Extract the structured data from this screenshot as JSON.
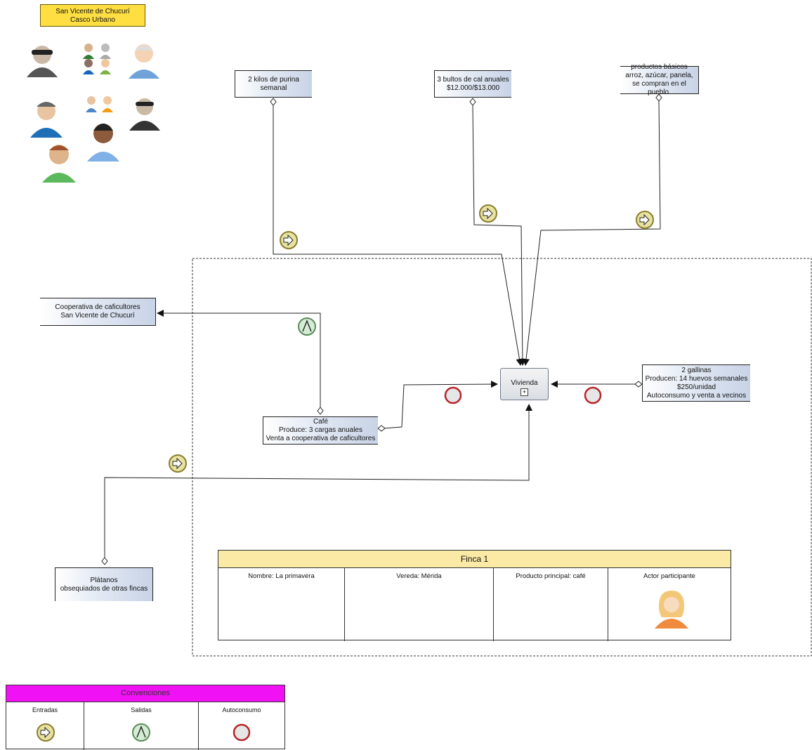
{
  "location_note": {
    "line1": "San Vicente de Chucurí",
    "line2": "Casco Urbano"
  },
  "inputs_top": {
    "purina": {
      "line1": "2 kilos de purina",
      "line2": "semanal"
    },
    "cal": {
      "line1": "3 bultos de cal anuales",
      "line2": "$12.000/$13.000"
    },
    "basicos": {
      "line1": "productos básicos",
      "line2": "arroz, azúcar, panela,",
      "line3": "se compran en el pueblo."
    }
  },
  "cooperativa": {
    "line1": "Cooperativa de caficultores",
    "line2": "San Vicente de Chucurí"
  },
  "vivienda": {
    "label": "Vivienda",
    "marker": "+"
  },
  "gallinas": {
    "line1": "2 gallinas",
    "line2": "Producen: 14 huevos semanales",
    "line3": "$250/unidad",
    "line4": "Autoconsumo y venta a vecinos"
  },
  "cafe": {
    "line1": "Café",
    "line2": "Produce: 3 cargas anuales",
    "line3": "Venta a cooperativa de caficultores"
  },
  "platanos": {
    "line1": "Plátanos",
    "line2": "obsequiados de otras fincas"
  },
  "finca": {
    "title": "Finca 1",
    "nombre": "Nombre: La primavera",
    "vereda": "Vereda: Mérida",
    "producto": "Producto principal: café",
    "actor": "Actor participante"
  },
  "convenciones": {
    "title": "Convenciones",
    "entradas": "Entradas",
    "salidas": "Salidas",
    "autoconsumo": "Autoconsumo"
  },
  "colors": {
    "note_yellow": "#ffde42",
    "finca_header": "#fbe9a6",
    "conv_header": "#f012f4",
    "input_marker": "#e8e2a0",
    "output_marker": "#d3ecd3",
    "autoconsumo_ring": "#b5262c"
  },
  "icons": [
    "people-icons",
    "input-arrow-icon",
    "output-a-icon",
    "autoconsumo-circle-icon",
    "woman-avatar-icon"
  ]
}
